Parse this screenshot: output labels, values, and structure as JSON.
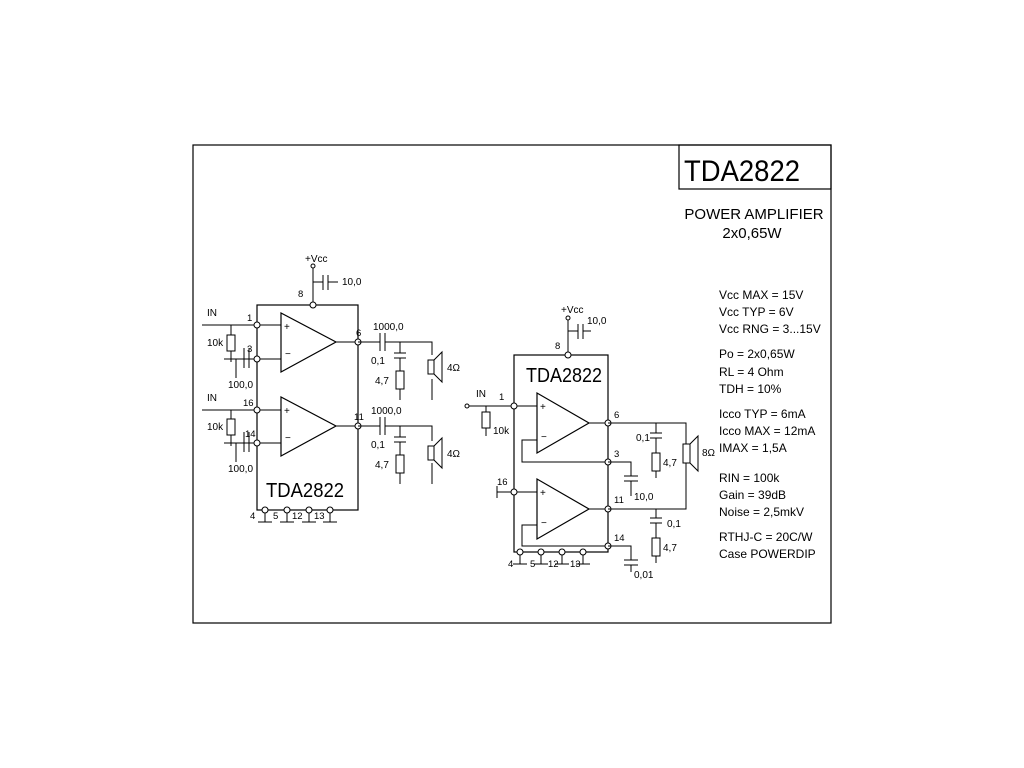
{
  "title": "TDA2822",
  "subtitle": {
    "line1": "POWER AMPLIFIER",
    "line2": "2x0,65W"
  },
  "specs": [
    "Vcc MAX = 15V",
    "Vcc TYP = 6V",
    "Vcc RNG = 3...15V",
    "Po = 2x0,65W",
    "RL = 4 Ohm",
    "TDH = 10%",
    "Icco TYP = 6mA",
    "Icco MAX = 12mA",
    "IMAX = 1,5A",
    "RIN = 100k",
    "Gain = 39dB",
    "Noise = 2,5mkV",
    "RTHJ-C = 20C/W",
    "Case POWERDIP"
  ],
  "left_circuit": {
    "chip_label": "TDA2822",
    "supply_label": "+Vcc",
    "supply_cap": "10,0",
    "pins": {
      "vcc": "8",
      "in1": "1",
      "fb1": "3",
      "out1": "6",
      "in2": "16",
      "fb2": "14",
      "out2": "11",
      "gnd": [
        "4",
        "5",
        "12",
        "13"
      ]
    },
    "input_labels": [
      "IN",
      "IN"
    ],
    "input_resistors": [
      "10k",
      "10k"
    ],
    "feedback_caps": [
      "100,0",
      "100,0"
    ],
    "output_caps": [
      "1000,0",
      "1000,0"
    ],
    "snubber_caps": [
      "0,1",
      "0,1"
    ],
    "snubber_resistors": [
      "4,7",
      "4,7"
    ],
    "speakers": [
      "4Ω",
      "4Ω"
    ]
  },
  "right_circuit": {
    "chip_label": "TDA2822",
    "supply_label": "+Vcc",
    "supply_cap": "10,0",
    "pins": {
      "vcc": "8",
      "in1": "1",
      "out1": "6",
      "fb": "3",
      "in2": "16",
      "out2": "11",
      "fb2": "14",
      "gnd": [
        "4",
        "5",
        "12",
        "13"
      ]
    },
    "input_label": "IN",
    "input_resistor": "10k",
    "bridge_cap": "10,0",
    "snubber_caps": [
      "0,1",
      "0,1"
    ],
    "snubber_resistors": [
      "4,7",
      "4,7"
    ],
    "bypass_cap": "0,01",
    "speaker": "8Ω"
  }
}
